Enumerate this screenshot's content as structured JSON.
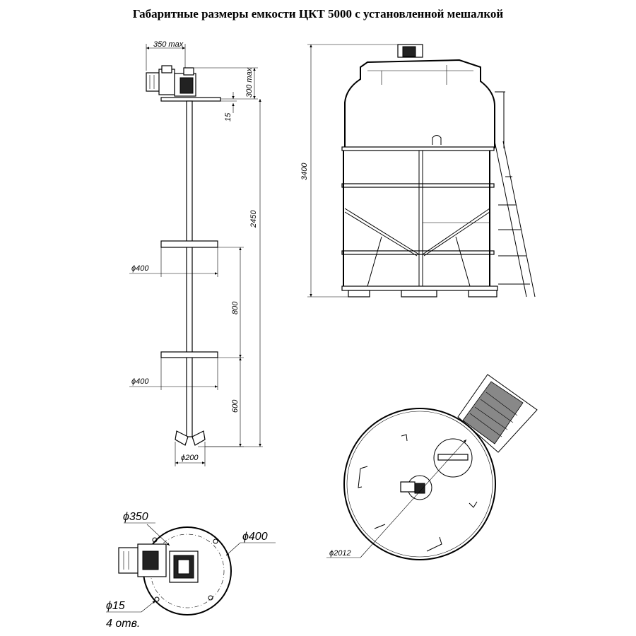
{
  "title": "Габаритные размеры емкости ЦКТ 5000 с установленной мешалкой",
  "dimensions": {
    "motor_width": "350 max",
    "motor_height": "300 max",
    "flange": "15",
    "shaft_length": "2450",
    "impeller1_dia": "ϕ400",
    "spacing_800": "800",
    "impeller2_dia": "ϕ400",
    "spacing_600": "600",
    "bottom_impeller_dia": "ϕ200",
    "tank_height": "3400",
    "tank_diameter": "ϕ2012",
    "plate_dia": "ϕ350",
    "flange_dia": "ϕ400",
    "hole_dia": "ϕ15",
    "hole_count": "4 отв."
  }
}
